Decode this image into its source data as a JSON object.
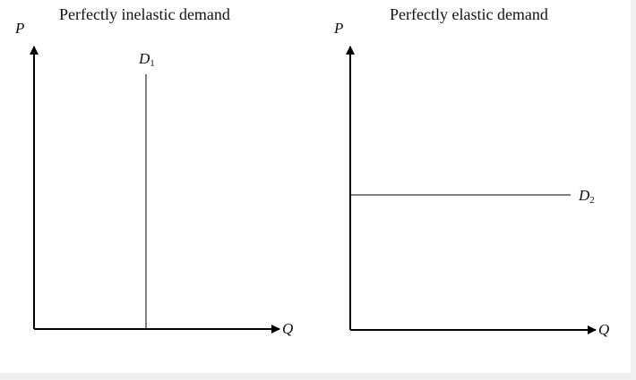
{
  "panels": [
    {
      "title": "Perfectly inelastic demand",
      "y_axis_label": "P",
      "x_axis_label": "Q",
      "curve": {
        "name": "D",
        "subscript": "1",
        "orientation": "vertical"
      }
    },
    {
      "title": "Perfectly elastic demand",
      "y_axis_label": "P",
      "x_axis_label": "Q",
      "curve": {
        "name": "D",
        "subscript": "2",
        "orientation": "horizontal"
      }
    }
  ],
  "colors": {
    "line": "#000000",
    "background": "#ffffff",
    "frame": "#f0f0f0"
  }
}
